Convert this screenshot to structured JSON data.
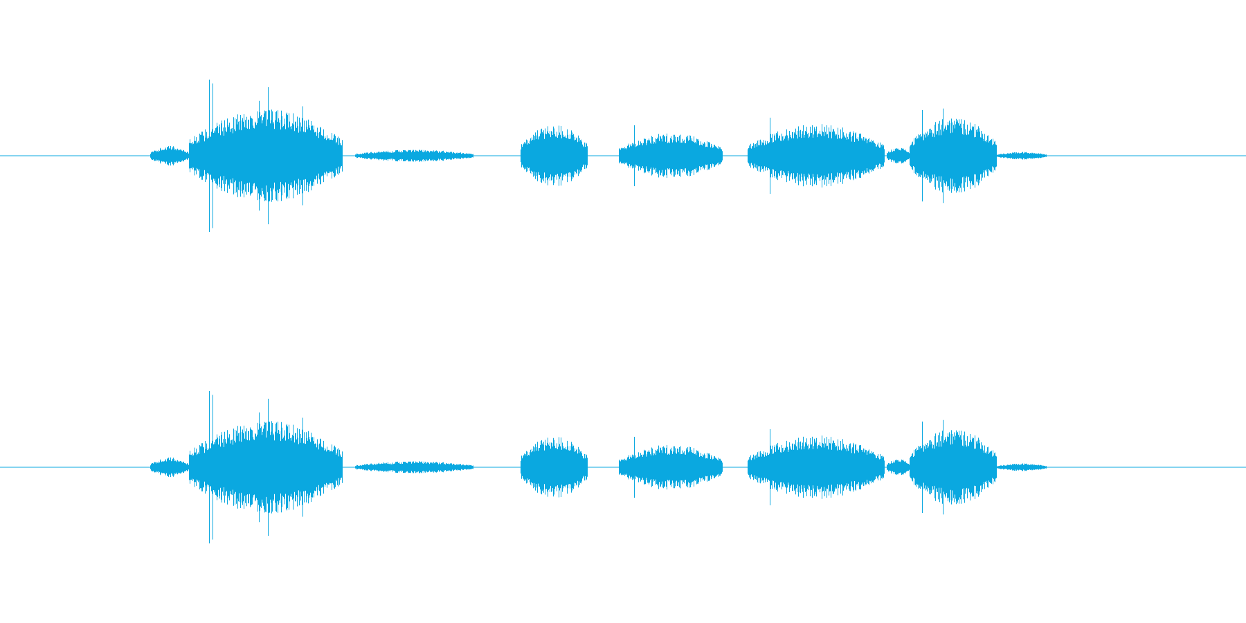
{
  "view": {
    "type": "stereo-waveform",
    "channel_count": 2,
    "waveform_color": "#0aa8e0",
    "background_color": "#ffffff"
  },
  "channels": [
    {
      "name": "left",
      "identical_to": null
    },
    {
      "name": "right",
      "identical_to": "left"
    }
  ],
  "segments": [
    {
      "start": 0.121,
      "end": 0.152,
      "amp": 0.13
    },
    {
      "start": 0.152,
      "end": 0.275,
      "amp": 0.62
    },
    {
      "start": 0.285,
      "end": 0.38,
      "amp": 0.08
    },
    {
      "start": 0.418,
      "end": 0.472,
      "amp": 0.42
    },
    {
      "start": 0.497,
      "end": 0.58,
      "amp": 0.3
    },
    {
      "start": 0.6,
      "end": 0.71,
      "amp": 0.42
    },
    {
      "start": 0.712,
      "end": 0.73,
      "amp": 0.12
    },
    {
      "start": 0.73,
      "end": 0.8,
      "amp": 0.52
    },
    {
      "start": 0.8,
      "end": 0.84,
      "amp": 0.05
    }
  ],
  "spikes": [
    {
      "pos": 0.168,
      "amp": 1.0
    },
    {
      "pos": 0.171,
      "amp": 0.95
    },
    {
      "pos": 0.208,
      "amp": 0.72
    },
    {
      "pos": 0.215,
      "amp": 0.9
    },
    {
      "pos": 0.243,
      "amp": 0.65
    },
    {
      "pos": 0.509,
      "amp": 0.4
    },
    {
      "pos": 0.618,
      "amp": 0.5
    },
    {
      "pos": 0.74,
      "amp": 0.6
    },
    {
      "pos": 0.757,
      "amp": 0.62
    }
  ]
}
